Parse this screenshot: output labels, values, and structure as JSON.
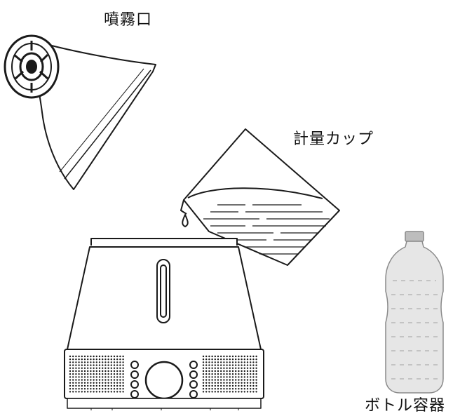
{
  "labels": {
    "nozzle": "噴霧口",
    "measuring_cup": "計量カップ",
    "bottle": "ボトル容器"
  },
  "colors": {
    "line": "#1a1a1a",
    "bottle_fill": "#e6e6e6",
    "bottle_cap": "#bdbdbd"
  }
}
